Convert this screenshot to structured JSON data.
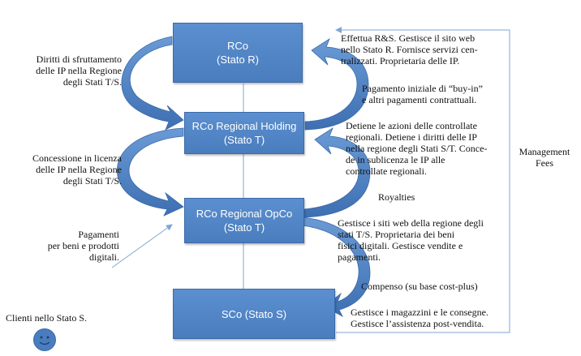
{
  "boxes": {
    "rco": {
      "name": "RCo",
      "state": "(Stato R)"
    },
    "holding": {
      "name": "RCo Regional Holding",
      "state": "(Stato T)"
    },
    "opco": {
      "name": "RCo Regional OpCo",
      "state": "(Stato T)"
    },
    "sco": {
      "name": "SCo (Stato S)"
    }
  },
  "labels": {
    "ip_rights": "Diritti di sfruttamento\ndelle IP nella Regione\ndegli Stati T/S.",
    "ip_license": "Concessione in licenza\ndelle IP nella Regione\ndegli Stati T/S.",
    "payments": "Pagamenti\nper beni e prodotti\ndigitali.",
    "clients": "Clienti nello Stato S.",
    "rco_desc": "Effettua R&S. Gestisce il sito web\nnello Stato R. Fornisce servizi cen-\ntralizzati. Proprietaria delle IP.",
    "buy_in": "Pagamento iniziale di “buy-in”\ne altri pagamenti contrattuali.",
    "holding_desc": "Detiene le azioni delle controllate\nregionali. Detiene i diritti delle IP\nnella regione degli Stati S/T. Conce-\nde in sublicenza le IP alle\ncontrollate regionali.",
    "royalties": "Royalties",
    "opco_desc": "Gestisce i siti web della regione degli\nstati T/S. Proprietaria dei beni\nfisici digitali. Gestisce vendite e\npagamenti.",
    "compenso": "Compenso (su base cost-plus)",
    "sco_desc": "Gestisce i magazzini e le consegne.\nGestisce l’assistenza post-vendita.",
    "management_fees": "Management\nFees"
  },
  "colors": {
    "box_fill": "#4a7dbe",
    "box_border": "#3a6aa8",
    "line": "#7fa6d6",
    "text": "#111111"
  }
}
